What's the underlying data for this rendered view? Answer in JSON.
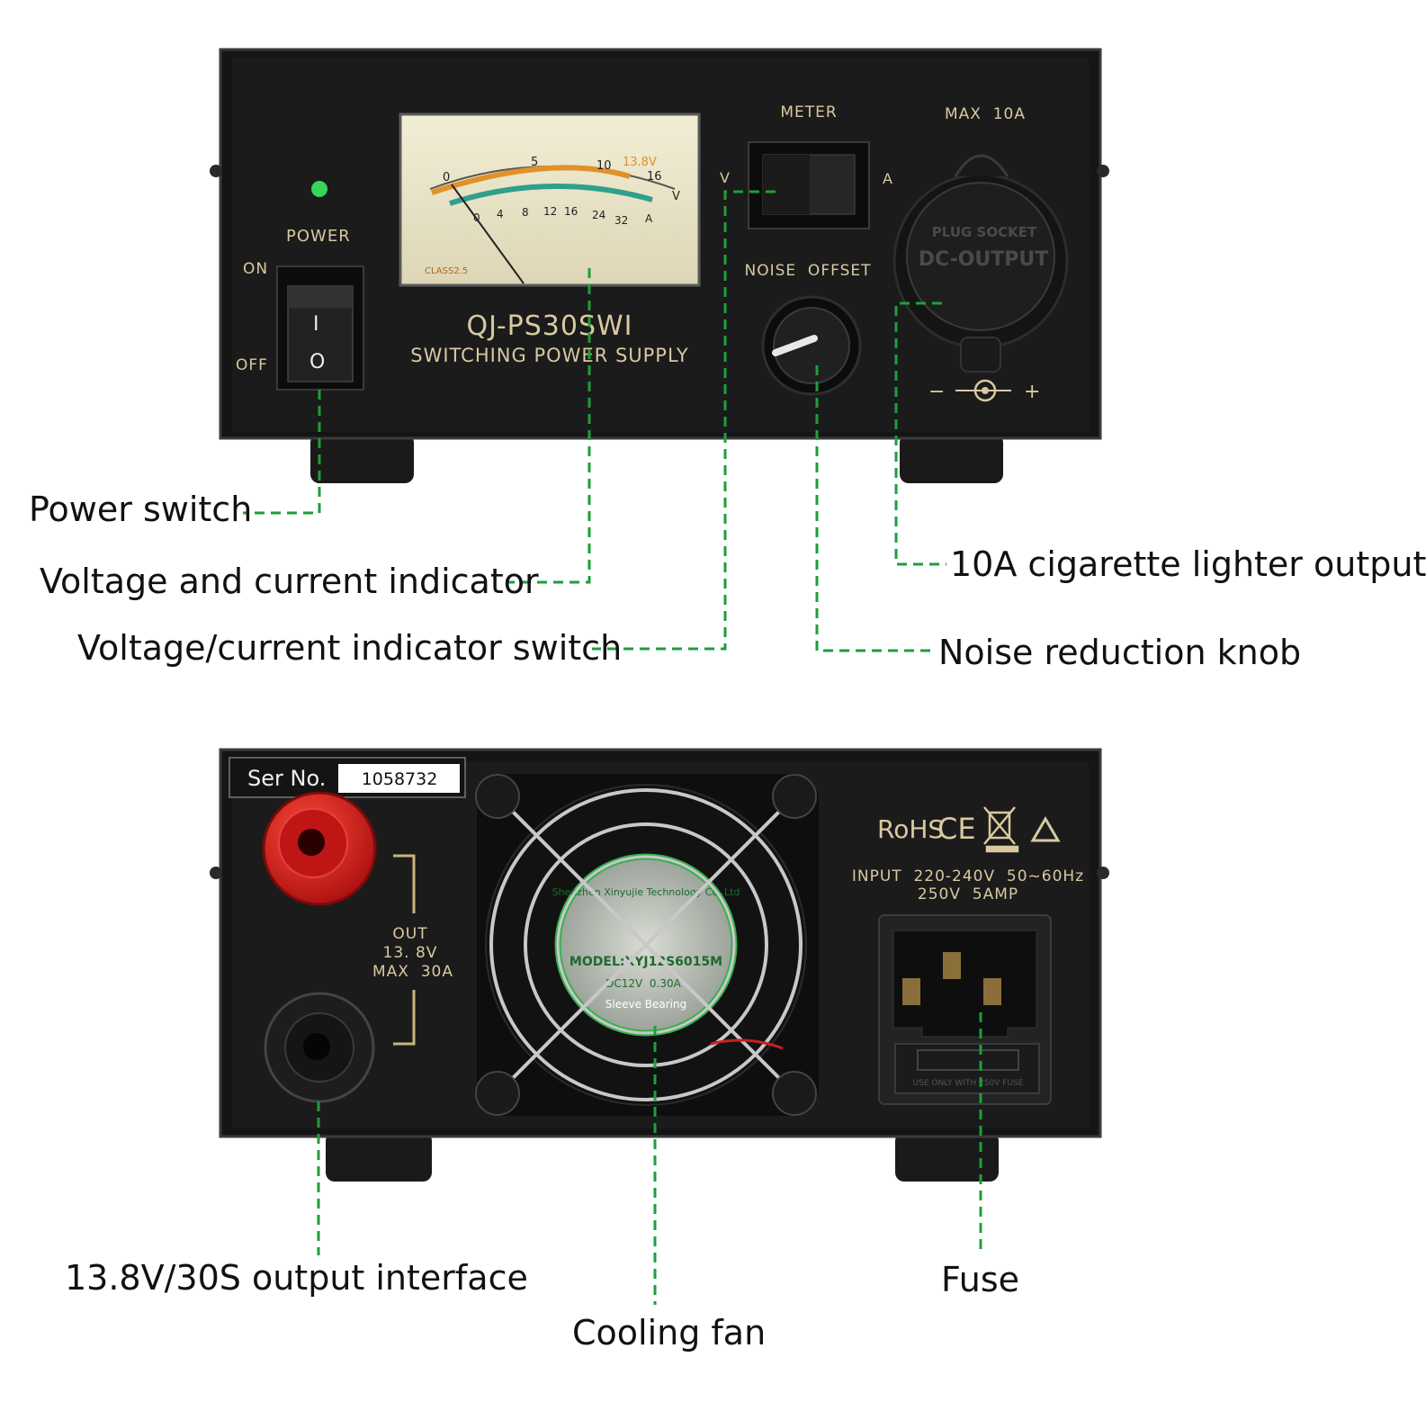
{
  "front_panel": {
    "meter": {
      "scale_voltage": [
        "0",
        "5",
        "10",
        "16"
      ],
      "scale_voltage_unit": "V",
      "nominal_mark": "13.8V",
      "scale_current": [
        "0",
        "4",
        "8",
        "12",
        "16",
        "24",
        "32"
      ],
      "scale_current_unit": "A",
      "class_label": "CLASS2.5"
    },
    "power_label": "POWER",
    "on_label": "ON",
    "off_label": "OFF",
    "switch_on_glyph": "I",
    "switch_off_glyph": "O",
    "model": "QJ-PS30SWI",
    "subtitle": "SWITCHING POWER SUPPLY",
    "meter_switch_label": "METER",
    "meter_v": "V",
    "meter_a": "A",
    "noise_offset_label": "NOISE  OFFSET",
    "max_label": "MAX  10A",
    "socket_line1": "PLUG SOCKET",
    "socket_line2": "DC-OUTPUT",
    "polarity_minus": "−",
    "polarity_plus": "+"
  },
  "rear_panel": {
    "ser_label": "Ser No.",
    "ser_number": "1058732",
    "out_label": "OUT",
    "out_voltage": "13. 8V",
    "out_max": "MAX  30A",
    "rohs": "RoHS",
    "ce": "CE",
    "input_line1": "INPUT  220-240V  50~60Hz",
    "input_line2": "250V  5AMP",
    "fan_sticker_top": "Shenzhen Xinyujie Technology Co.,Ltd",
    "fan_model": "MODEL:XYJ12S6015M",
    "fan_rating": "DC12V  0.30A",
    "fan_bearing": "Sleeve Bearing",
    "fuse_text": "USE ONLY WITH 250V FUSE"
  },
  "callouts": {
    "power_switch": "Power switch",
    "indicator": "Voltage and current indicator",
    "indicator_switch": "Voltage/current indicator switch",
    "lighter_output": "10A cigarette lighter output",
    "noise_knob": "Noise reduction knob",
    "output_interface": "13.8V/30S output interface",
    "cooling_fan": "Cooling fan",
    "fuse": "Fuse"
  },
  "colors": {
    "leader_line": "#1f9e3a",
    "panel_black": "#141414",
    "meter_face": "#ece7cc",
    "red_terminal": "#d41d1d",
    "power_led": "#36d65a",
    "meter_accent": "#e0912a"
  }
}
